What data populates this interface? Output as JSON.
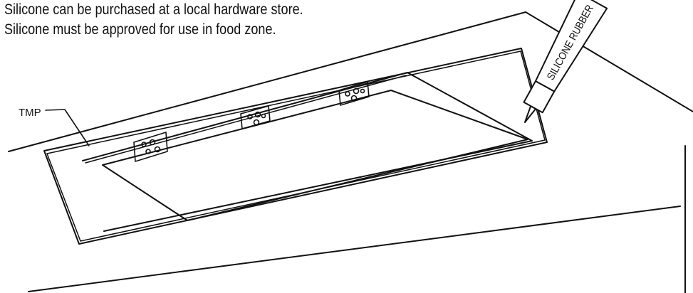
{
  "notes": [
    "Silicone can be purchased at a local hardware store.",
    "Silicone must be approved for use in food zone."
  ],
  "labels": {
    "tmp": "TMP",
    "tube": "SILICONE RUBBER"
  },
  "colors": {
    "line": "#111111",
    "background": "#ffffff"
  }
}
